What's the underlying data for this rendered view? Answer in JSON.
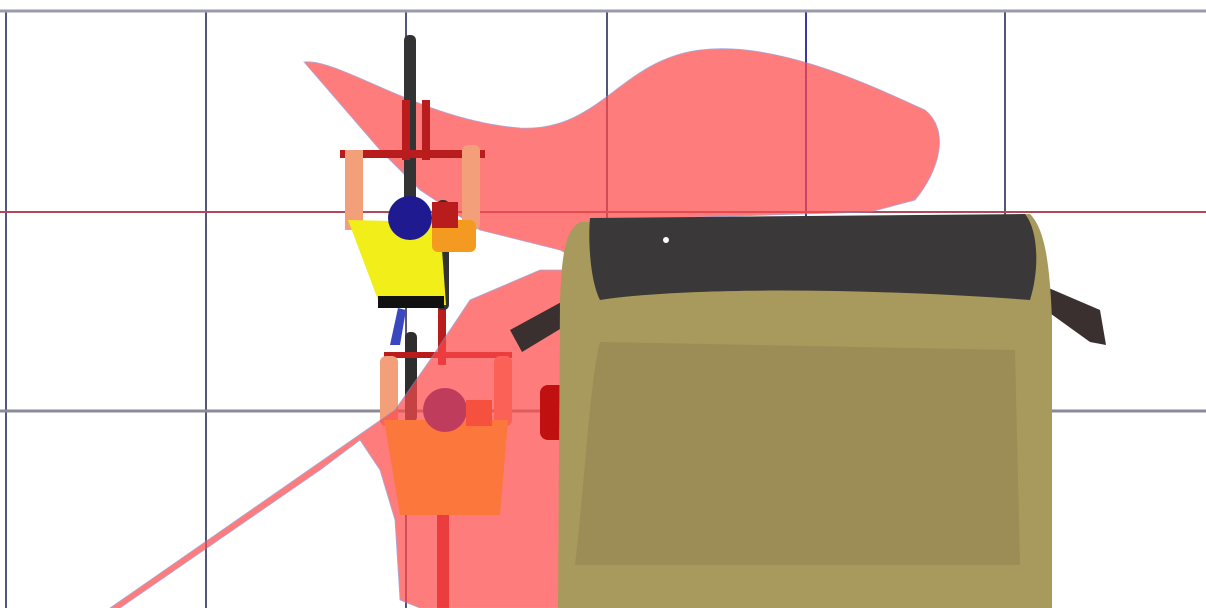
{
  "colors": {
    "background": "#ffffff",
    "grid_line": "#55557a",
    "grid_line_highlight": "#b04a5a",
    "blind_zone_fill": "#ff4a4a",
    "cyclist_jersey": "#f2ee1a",
    "cyclist_helmet": "#1f1a8f",
    "cyclist_skin": "#f3a07a",
    "bicycle_frame": "#b81c1c",
    "bicycle_tire": "#333333",
    "truck_body": "#a89a5c",
    "truck_roof": "#3a3838",
    "mirror": "#3a3030"
  },
  "scene": {
    "view": "top-down",
    "objects": [
      {
        "name": "cyclist-front",
        "icon": "cyclist-icon",
        "state": "visible"
      },
      {
        "name": "cyclist-rear",
        "icon": "cyclist-icon",
        "state": "inside blind zone"
      },
      {
        "name": "truck-cab",
        "icon": "truck-icon"
      },
      {
        "name": "blind-zone",
        "icon": "blind-zone-shape"
      }
    ]
  }
}
